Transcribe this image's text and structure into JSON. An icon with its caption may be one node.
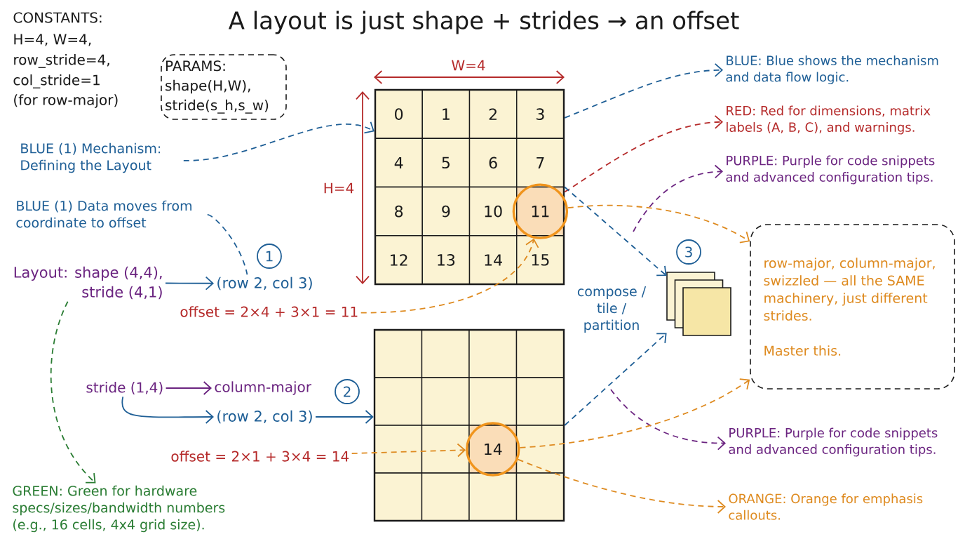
{
  "diagram": {
    "title": "A layout is just shape + strides → an offset",
    "nodes": [
      {
        "text": [
          "PARAMS: shape(H,W), stride(s_h,s_w)"
        ]
      },
      {
        "text": [
          "BLUE (1) Mechanism: Defining the Layout"
        ]
      },
      {
        "text": [],
        "shape": "box"
      },
      {
        "text": [
          "11"
        ],
        "in": 2
      },
      {
        "text": [
          "BLUE: Blue shows the mechanism and data flow logic."
        ]
      },
      {
        "text": [
          "RED: Red for dimensions, matrix labels (A, B, C), and warnings."
        ]
      },
      {
        "text": [
          "PURPLE: Purple for code snippets and advanced configuration tips."
        ]
      },
      {
        "text": [
          "BLUE (1) Data moves from coordinate to offset"
        ]
      },
      {
        "text": [
          "1"
        ]
      },
      {
        "text": [
          "Layout: shape (4,4), stride (4,1)"
        ]
      },
      {
        "text": [
          "(row 2, col 3)"
        ]
      },
      {
        "text": [
          "offset = 2×4 + 3×1 = 11"
        ]
      },
      {
        "text": [
          "row-major, column-major, swizzled — all the SAME machinery, just different strides.",
          "Master this."
        ]
      },
      {
        "text": [
          "3"
        ]
      },
      {
        "text": [],
        "shape": "box"
      },
      {
        "text": [
          "stride (1,4)"
        ]
      },
      {
        "text": [
          "column-major"
        ]
      },
      {
        "text": [
          "2"
        ]
      },
      {
        "text": [
          "(row 2, col 3)"
        ]
      },
      {
        "text": [
          "offset = 2×1 + 3×4 = 14"
        ]
      },
      {
        "text": [],
        "shape": "box"
      },
      {
        "text": [
          "14"
        ],
        "in": 20
      },
      {
        "text": [
          "PURPLE: Purple for code snippets and advanced configuration tips."
        ]
      },
      {
        "text": [
          "GREEN: Green for hardware specs/sizes/bandwidth numbers (e.g., 16 cells, 4x4 grid size)."
        ]
      },
      {
        "text": [
          "ORANGE: Orange for emphasis callouts."
        ]
      }
    ],
    "edges": [
      {
        "from": 1,
        "to": 2,
        "arrow": "to",
        "style": "dashed"
      },
      {
        "from": 2,
        "to": 4,
        "arrow": "to",
        "style": "dashed"
      },
      {
        "from": 2,
        "to": 5,
        "arrow": "to",
        "style": "dashed",
        "color": "#b52a2a"
      },
      {
        "from": null,
        "to": 6,
        "arrow": "to",
        "style": "dashed",
        "color": "#6b2480"
      },
      {
        "from": 3,
        "to": 12,
        "arrow": "to",
        "style": "dashed",
        "color": "#de8a1f"
      },
      {
        "from": 2,
        "to": 14,
        "arrow": "to",
        "style": "dashed"
      },
      {
        "from": 7,
        "to": 10,
        "arrow": "none",
        "style": "dashed"
      },
      {
        "from": 9,
        "to": 10,
        "arrow": "to"
      },
      {
        "from": 11,
        "to": 3,
        "arrow": "to",
        "style": "dashed",
        "color": "#de8a1f"
      },
      {
        "from": 9,
        "to": 23,
        "arrow": "to",
        "style": "dashed",
        "color": "#2b7d34"
      },
      {
        "from": 15,
        "to": 16,
        "arrow": "to",
        "color": "#6b2480"
      },
      {
        "from": 15,
        "to": 18,
        "arrow": "to"
      },
      {
        "from": 18,
        "to": 20,
        "arrow": "to"
      },
      {
        "from": 19,
        "to": 21,
        "arrow": "to",
        "style": "dashed",
        "color": "#de8a1f"
      },
      {
        "from": 20,
        "to": 14,
        "arrow": "to",
        "style": "dashed"
      },
      {
        "from": null,
        "to": 22,
        "arrow": "to",
        "style": "dashed",
        "color": "#6b2480"
      },
      {
        "from": 21,
        "to": 12,
        "arrow": "to",
        "style": "dashed",
        "color": "#de8a1f"
      },
      {
        "from": 21,
        "to": 24,
        "arrow": "to",
        "style": "dashed",
        "color": "#de8a1f"
      }
    ],
    "labels": [
      "CONSTANTS:",
      "H=4, W=4,",
      "row_stride=4,",
      "col_stride=1",
      "(for row-major)",
      "W=4",
      "H=4",
      "0",
      "1",
      "2",
      "3",
      "4",
      "5",
      "6",
      "7",
      "8",
      "9",
      "10",
      "12",
      "13",
      "14",
      "15",
      "compose / tile / partition"
    ]
  }
}
